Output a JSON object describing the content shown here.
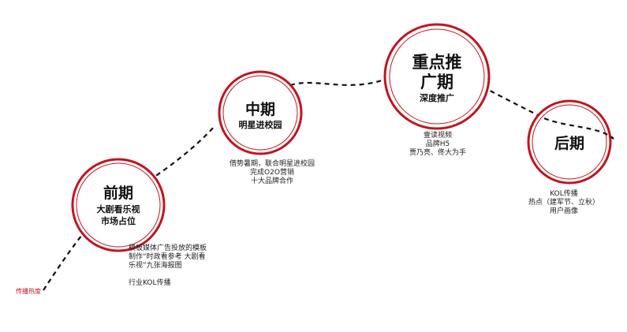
{
  "colors": {
    "ring_outer": "#c0151f",
    "ring_inner": "#c0151f",
    "fill": "#ffffff",
    "path": "#111111",
    "heat_label": "#c0151f"
  },
  "heat_label": "传播热度",
  "stages": [
    {
      "title": "前期",
      "subtitle_lines": [
        "大剧看乐视",
        "市场占位"
      ],
      "notes": "模板媒体广告投放的模板\n制作“时政看参考 大剧看\n乐视”九张海报图\n\n行业KOL传播"
    },
    {
      "title": "中期",
      "subtitle_lines": [
        "明星进校园"
      ],
      "notes": "借势暑期，联合明星进校园\n完成O2O营销\n十大品牌合作"
    },
    {
      "title_lines": [
        "重点推",
        "广期"
      ],
      "subtitle_lines": [
        "深度推广"
      ],
      "notes": "壹读视频\n品牌H5\n贾乃亮、佟大为手"
    },
    {
      "title": "后期",
      "subtitle_lines": [],
      "notes": "KOL传播\n热点（建军节、立秋）\n用户画像"
    }
  ]
}
